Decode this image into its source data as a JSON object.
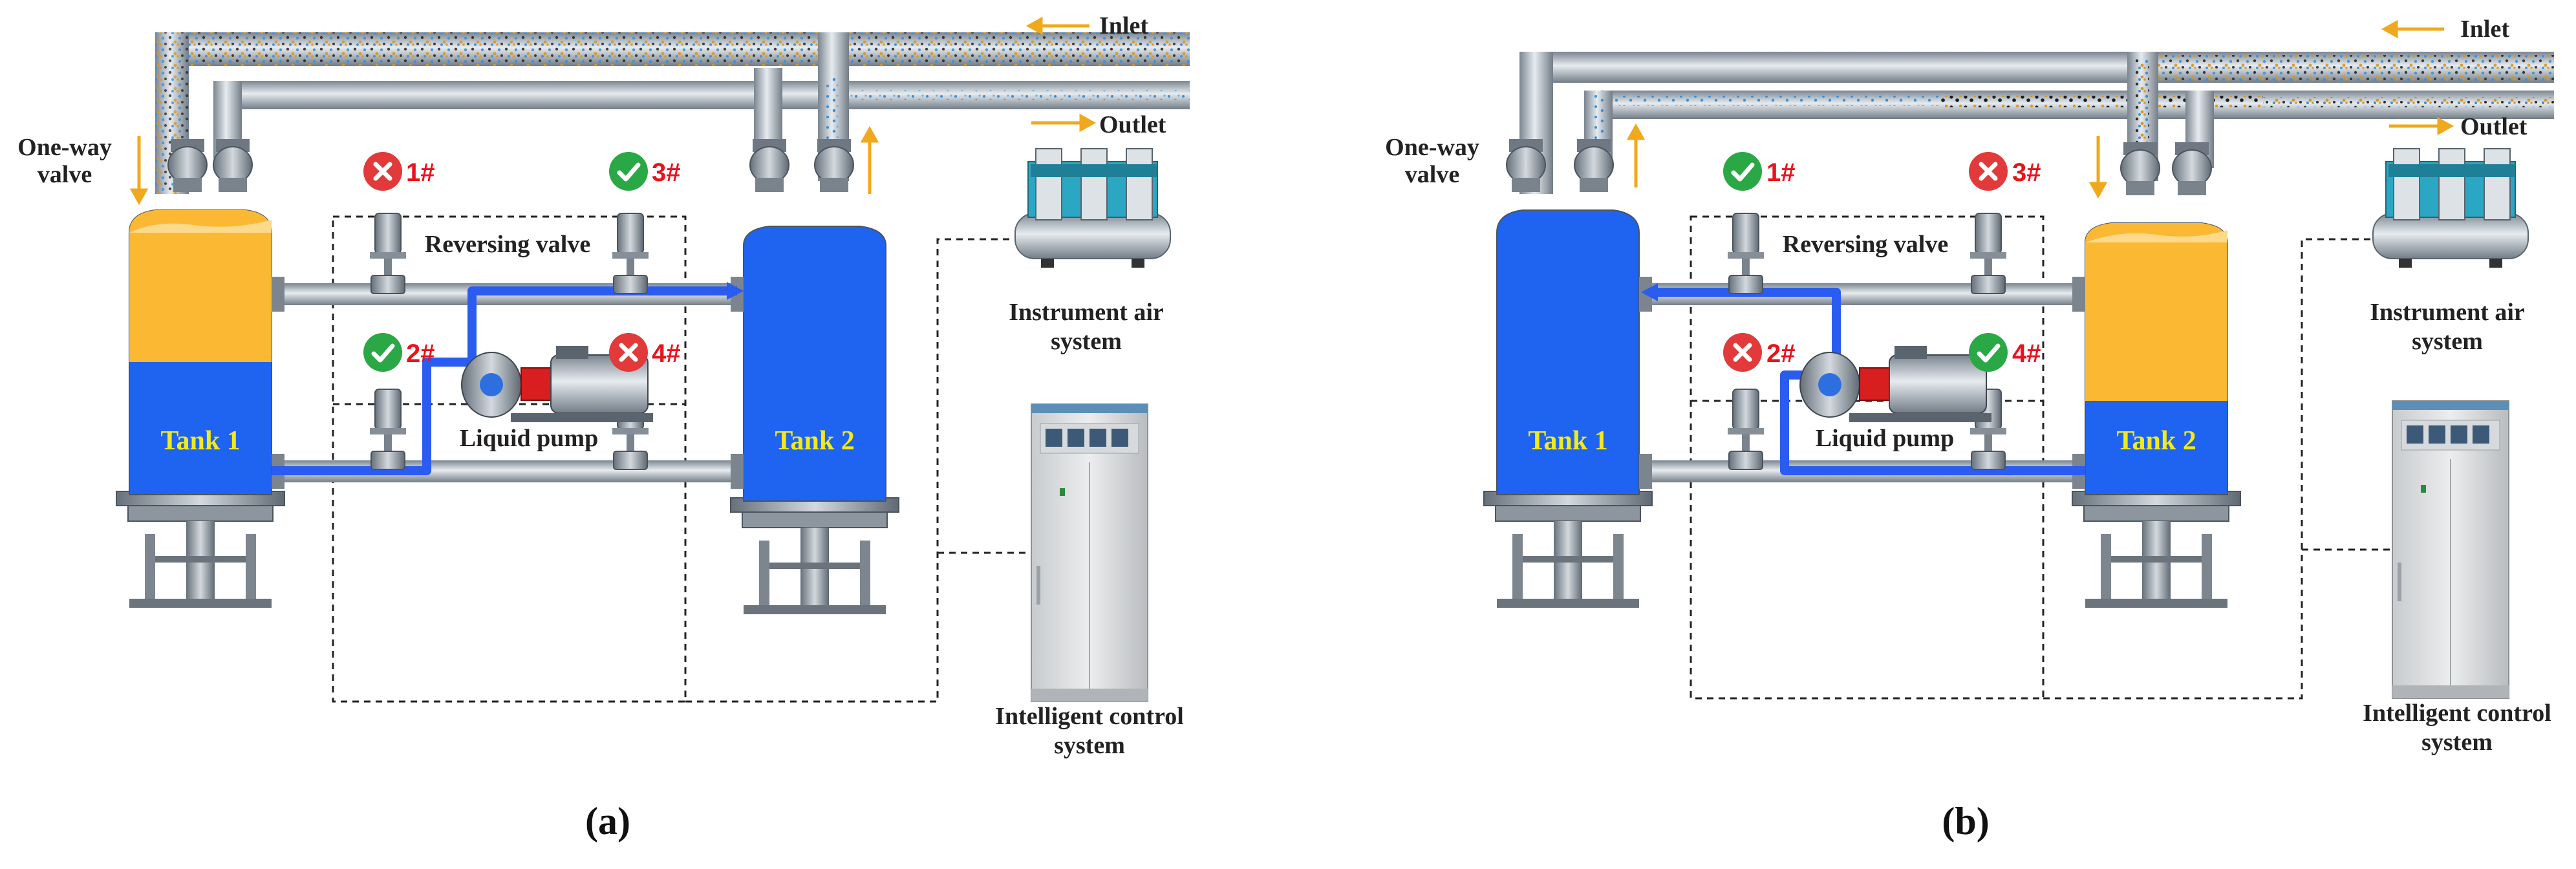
{
  "colors": {
    "tank_blue": "#1f64f0",
    "tank_yellow": "#fbb832",
    "flow_blue": "#2a5cf0",
    "arrow_orange": "#f0a91c",
    "status_ok": "#2aa845",
    "status_off": "#e23a3a",
    "number_red": "#e8141c",
    "tank_label": "#f2ea1a"
  },
  "icons": [
    "check-icon",
    "cross-icon",
    "arrow-icon",
    "valve-icon",
    "pump-icon",
    "compressor-icon",
    "cabinet-icon"
  ],
  "panels": [
    {
      "caption": "a",
      "labels": {
        "inlet": "Inlet",
        "outlet": "Outlet",
        "one_way_valve_1": "One-way",
        "one_way_valve_2": "valve",
        "reversing_valve": "Reversing valve",
        "liquid_pump": "Liquid pump",
        "air_1": "Instrument air",
        "air_2": "system",
        "control_1": "Intelligent control",
        "control_2": "system",
        "tank1": "Tank 1",
        "tank2": "Tank 2"
      },
      "valves": [
        {
          "id": "1#",
          "status": "closed"
        },
        {
          "id": "2#",
          "status": "open"
        },
        {
          "id": "3#",
          "status": "open"
        },
        {
          "id": "4#",
          "status": "closed"
        }
      ]
    },
    {
      "caption": "b",
      "labels": {
        "inlet": "Inlet",
        "outlet": "Outlet",
        "one_way_valve_1": "One-way",
        "one_way_valve_2": "valve",
        "reversing_valve": "Reversing valve",
        "liquid_pump": "Liquid pump",
        "air_1": "Instrument air",
        "air_2": "system",
        "control_1": "Intelligent control",
        "control_2": "system",
        "tank1": "Tank 1",
        "tank2": "Tank 2"
      },
      "valves": [
        {
          "id": "1#",
          "status": "open"
        },
        {
          "id": "2#",
          "status": "closed"
        },
        {
          "id": "3#",
          "status": "closed"
        },
        {
          "id": "4#",
          "status": "open"
        }
      ]
    }
  ]
}
